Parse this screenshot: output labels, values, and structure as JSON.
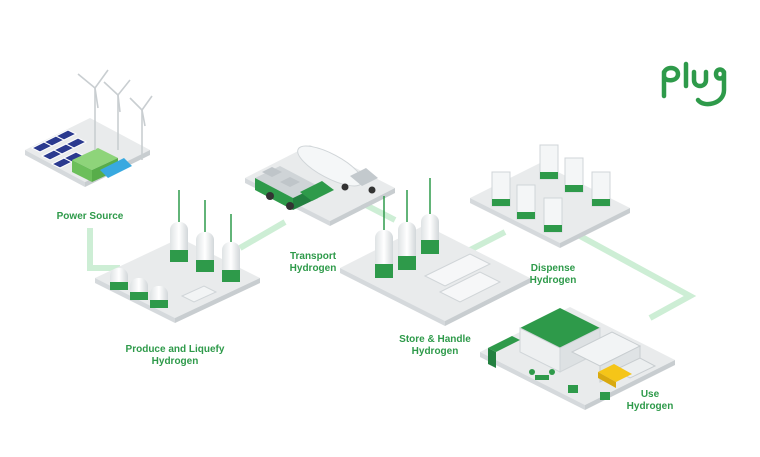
{
  "brand": {
    "logo_text": "plug",
    "color": "#2e9a4a",
    "light_green": "#8fd3a0",
    "platform": "#e9ebec"
  },
  "stages": [
    {
      "id": "power",
      "lines": [
        "Power Source"
      ]
    },
    {
      "id": "produce",
      "lines": [
        "Produce and Liquefy",
        "Hydrogen"
      ]
    },
    {
      "id": "transport",
      "lines": [
        "Transport",
        "Hydrogen"
      ]
    },
    {
      "id": "store",
      "lines": [
        "Store & Handle",
        "Hydrogen"
      ]
    },
    {
      "id": "dispense",
      "lines": [
        "Dispense",
        "Hydrogen"
      ]
    },
    {
      "id": "use",
      "lines": [
        "Use",
        "Hydrogen"
      ]
    }
  ]
}
